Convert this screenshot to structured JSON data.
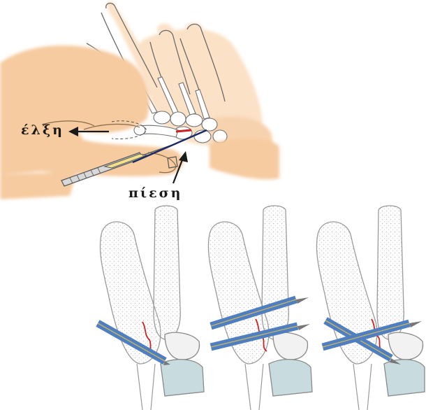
{
  "labels": {
    "traction": "έλξη",
    "pressure": "πίεση"
  },
  "colors": {
    "skin": "#f6cba0",
    "skin_light": "#fbe1c6",
    "bone_fill": "#f1f2f2",
    "bone_stroke": "#8f8f8f",
    "wire": "#4f7fc0",
    "fracture_line": "#cc2222",
    "navy_line": "#1a2a66",
    "joint_blue": "#c8dce0"
  },
  "panels": [
    {
      "name": "single-oblique-wire"
    },
    {
      "name": "two-parallel-wires"
    },
    {
      "name": "crossed-wires"
    }
  ]
}
